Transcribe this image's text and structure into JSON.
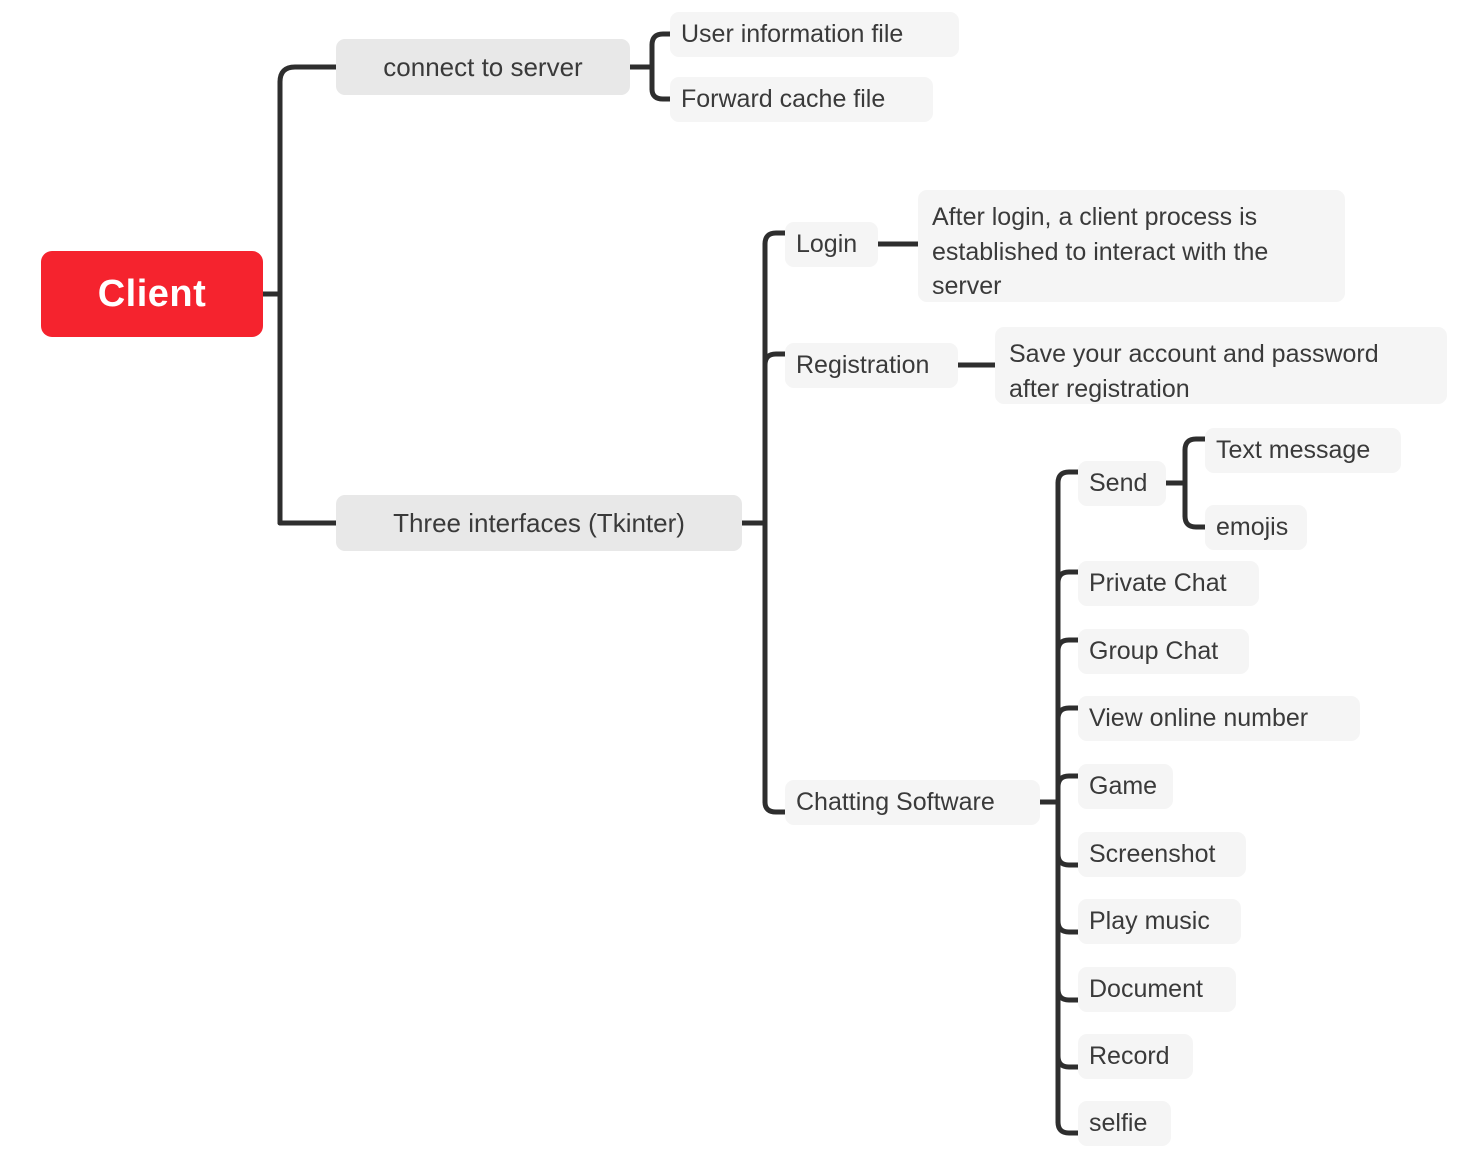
{
  "diagram": {
    "type": "mindmap",
    "title": "Client",
    "root": {
      "label": "Client"
    },
    "branches": [
      {
        "label": "connect to server",
        "children": [
          {
            "label": "User information file"
          },
          {
            "label": "Forward cache file"
          }
        ]
      },
      {
        "label": "Three interfaces (Tkinter)",
        "children": [
          {
            "label": "Login",
            "children": [
              {
                "label": "After login, a client process is established to interact with the server"
              }
            ]
          },
          {
            "label": "Registration",
            "children": [
              {
                "label": "Save your account and password after registration"
              }
            ]
          },
          {
            "label": "Chatting Software",
            "children": [
              {
                "label": "Send",
                "children": [
                  {
                    "label": "Text message"
                  },
                  {
                    "label": "emojis"
                  }
                ]
              },
              {
                "label": "Private Chat"
              },
              {
                "label": "Group Chat"
              },
              {
                "label": "View online number"
              },
              {
                "label": "Game"
              },
              {
                "label": "Screenshot"
              },
              {
                "label": "Play music"
              },
              {
                "label": "Document"
              },
              {
                "label": "Record"
              },
              {
                "label": "selfie"
              }
            ]
          }
        ]
      }
    ]
  },
  "nodes": {
    "root": "Client",
    "connect_to_server": "connect to server",
    "user_information_file": "User information file",
    "forward_cache_file": "Forward cache file",
    "three_interfaces": "Three interfaces (Tkinter)",
    "login": "Login",
    "login_desc": "After login, a client process is established to interact with the server",
    "registration": "Registration",
    "registration_desc": "Save your account and password after registration",
    "chatting_software": "Chatting Software",
    "send": "Send",
    "text_message": "Text message",
    "emojis": "emojis",
    "private_chat": "Private Chat",
    "group_chat": "Group Chat",
    "view_online_number": "View online number",
    "game": "Game",
    "screenshot": "Screenshot",
    "play_music": "Play music",
    "document": "Document",
    "record": "Record",
    "selfie": "selfie"
  },
  "colors": {
    "root_fill": "#F5232E",
    "root_text": "#FFFFFF",
    "level1_fill": "#E8E8E8",
    "leaf_fill": "#F5F5F5",
    "text": "#3A3A3A",
    "connector": "#2E2E2E",
    "background": "#FFFFFF"
  }
}
